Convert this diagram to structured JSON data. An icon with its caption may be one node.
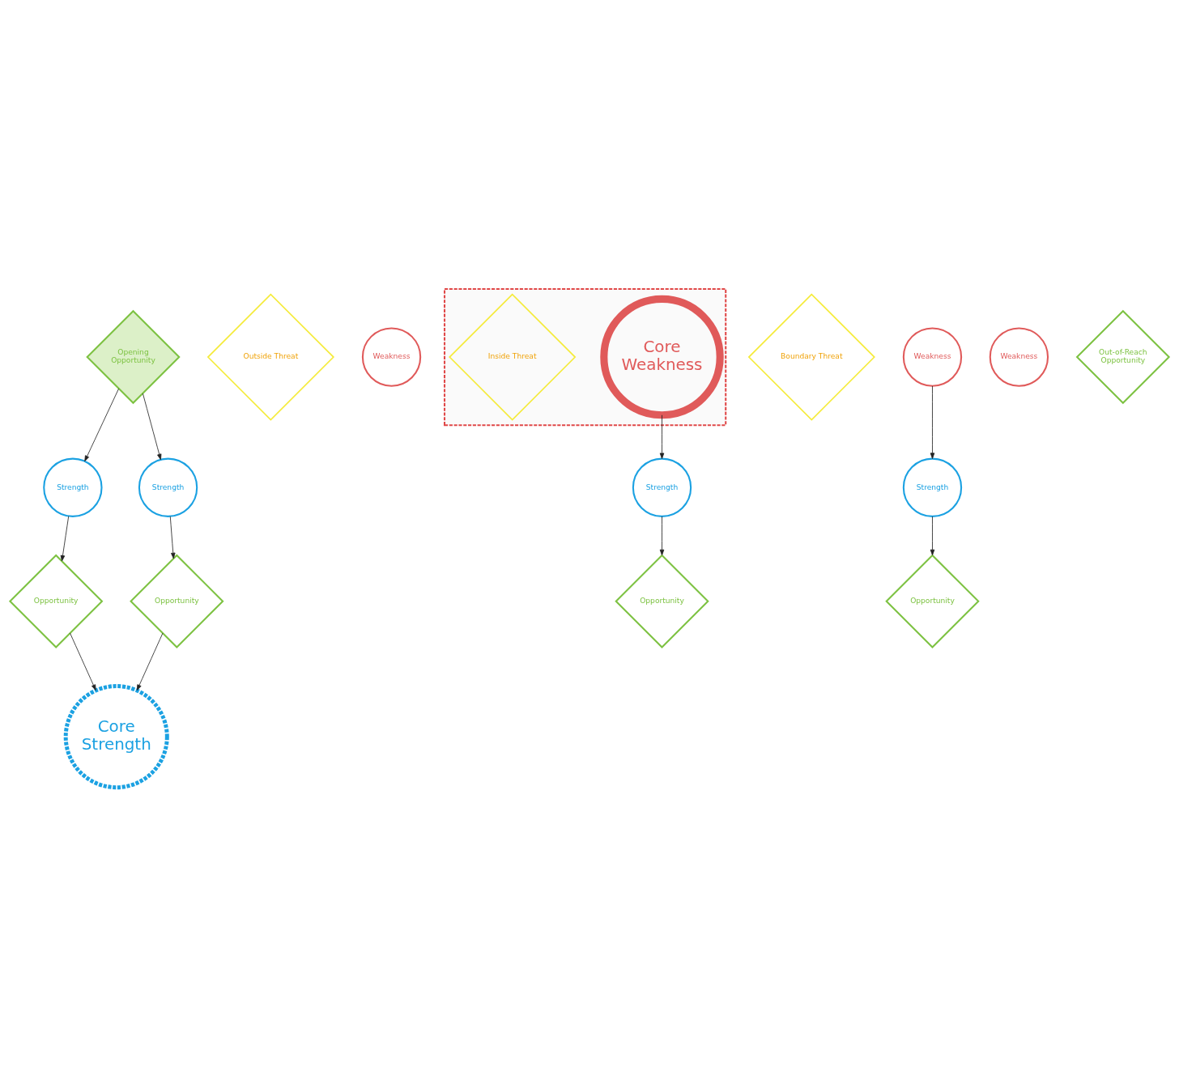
{
  "diagram": {
    "nodes": [
      {
        "text": [
          "Opportunity"
        ]
      },
      {
        "text": [
          "Core Strength"
        ]
      },
      {
        "text": [
          "Outside Threat"
        ]
      },
      {
        "text": [
          "Strength"
        ]
      },
      {
        "text": [
          "Opening Opportunity"
        ]
      },
      {
        "text": [
          "Opportunity"
        ]
      },
      {
        "text": [
          "Weakness"
        ]
      },
      {
        "text": [],
        "shape": "box"
      },
      {
        "text": [
          "Strength"
        ]
      },
      {
        "text": [
          "Boundary Threat"
        ]
      },
      {
        "text": [
          "Core Weakness"
        ],
        "in": 7
      },
      {
        "text": [
          "Strength"
        ]
      },
      {
        "text": [
          "Inside Threat"
        ],
        "in": 7
      },
      {
        "text": [
          "Weakness"
        ]
      },
      {
        "text": [
          "Weakness"
        ]
      },
      {
        "text": [
          "Opportunity"
        ]
      },
      {
        "text": [
          "Strength"
        ]
      },
      {
        "text": [
          "Opportunity"
        ]
      },
      {
        "text": [
          "Out-of-Reach Opportunity"
        ]
      }
    ],
    "edges": [
      {
        "from": 0,
        "to": 1,
        "arrow": "to"
      },
      {
        "from": 3,
        "to": 0,
        "arrow": "to"
      },
      {
        "from": 4,
        "to": 3,
        "arrow": "to"
      },
      {
        "from": 5,
        "to": 1,
        "arrow": "to"
      },
      {
        "from": 4,
        "to": 8,
        "arrow": "to"
      },
      {
        "from": 8,
        "to": 5,
        "arrow": "to"
      },
      {
        "from": 10,
        "to": 11,
        "arrow": "to"
      },
      {
        "from": 11,
        "to": 15,
        "arrow": "to"
      },
      {
        "from": 13,
        "to": 16,
        "arrow": "to"
      },
      {
        "from": 16,
        "to": 17,
        "arrow": "to"
      }
    ]
  }
}
